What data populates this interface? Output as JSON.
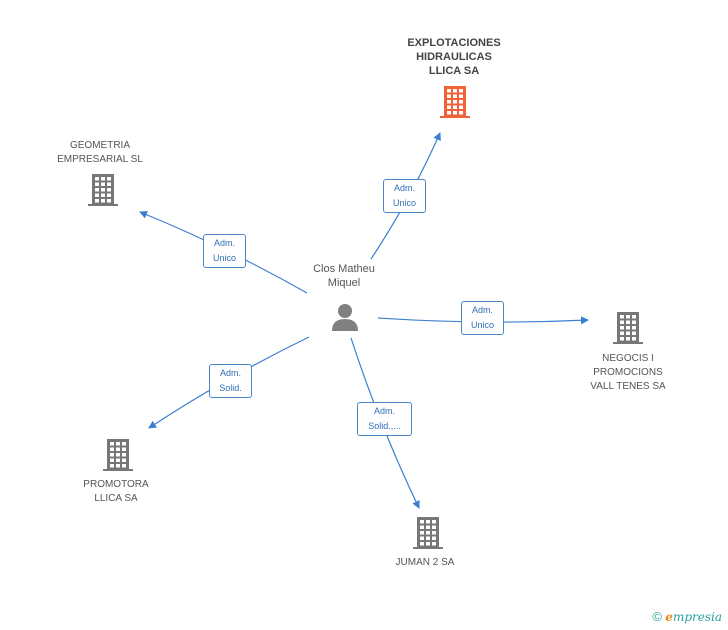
{
  "colors": {
    "edge": "#3b7fd0",
    "building": "#777777",
    "building_main": "#f0623a",
    "person": "#808080"
  },
  "center": {
    "name": "Clos Matheu\nMiquel",
    "icon": "person-icon"
  },
  "companies": [
    {
      "id": "explotaciones",
      "name": "EXPLOTACIONES\nHIDRAULICAS\nLLICA SA",
      "highlight": true,
      "icon": "building-icon",
      "role": "Adm.\nUnico"
    },
    {
      "id": "geometria",
      "name": "GEOMETRIA\nEMPRESARIAL SL",
      "highlight": false,
      "icon": "building-icon",
      "role": "Adm.\nUnico"
    },
    {
      "id": "negocis",
      "name": "NEGOCIS I\nPROMOCIONS\nVALL TENES SA",
      "highlight": false,
      "icon": "building-icon",
      "role": "Adm.\nUnico"
    },
    {
      "id": "promotora",
      "name": "PROMOTORA\nLLICA SA",
      "highlight": false,
      "icon": "building-icon",
      "role": "Adm.\nSolid."
    },
    {
      "id": "juman",
      "name": "JUMAN 2 SA",
      "highlight": false,
      "icon": "building-icon",
      "role": "Adm.\nSolid.,..."
    }
  ],
  "brand": {
    "copyright": "©",
    "e": "e",
    "rest": "mpresia"
  }
}
